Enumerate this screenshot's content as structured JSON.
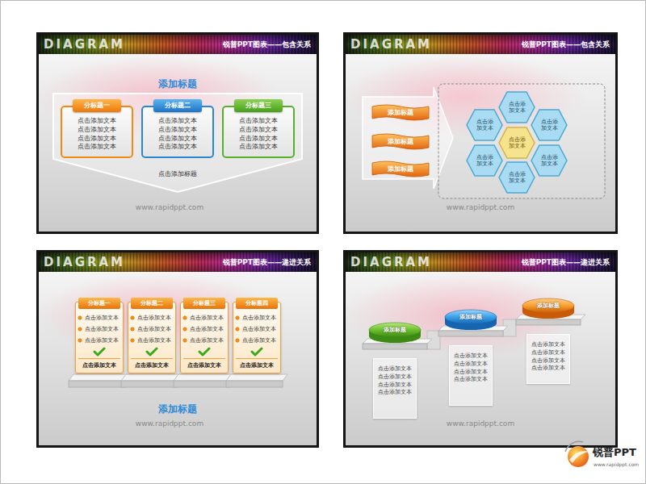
{
  "diagram": {
    "nodes": [
      {
        "text": [
          "DIAGRAM",
          "锐普PPT图表——包含关系",
          "添加标题"
        ]
      },
      {
        "text": [
          "点击添加标题"
        ],
        "in": 0
      },
      {
        "text": [
          "分标题一",
          "点击添加文本 点击添加文本 点击添加文本 点击添加文本"
        ],
        "in": 1
      },
      {
        "text": [
          "分标题二",
          "点击添加文本 点击添加文本 点击添加文本 点击添加文本"
        ],
        "in": 1
      },
      {
        "text": [
          "分标题三",
          "点击添加文本 点击添加文本 点击添加文本 点击添加文本"
        ],
        "in": 1
      },
      {
        "text": [
          "DIAGRAM",
          "锐普PPT图表——包含关系"
        ]
      },
      {
        "text": [
          "添加标题"
        ],
        "in": 5
      },
      {
        "text": [
          "添加标题"
        ],
        "in": 5
      },
      {
        "text": [
          "添加标题"
        ],
        "in": 5
      },
      {
        "text": [
          "点击添加文本"
        ],
        "in": 5
      },
      {
        "text": [
          "点击添加文本"
        ],
        "in": 5
      },
      {
        "text": [
          "点击添加文本"
        ],
        "in": 5
      },
      {
        "text": [
          "点击添加文本"
        ],
        "in": 5
      },
      {
        "text": [
          "点击添加文本"
        ],
        "in": 5
      },
      {
        "text": [
          "点击添加文本"
        ],
        "in": 5
      },
      {
        "text": [
          "点击添加文本"
        ],
        "in": 5
      },
      {
        "text": [
          "DIAGRAM",
          "锐普PPT图表——递进关系",
          "添加标题"
        ]
      },
      {
        "text": [
          "分标题一",
          "点击添加文本",
          "点击添加文本",
          "点击添加文本",
          "点击添加文本"
        ],
        "in": 16
      },
      {
        "text": [
          "分标题二",
          "点击添加文本",
          "点击添加文本",
          "点击添加文本",
          "点击添加文本"
        ],
        "in": 16
      },
      {
        "text": [
          "分标题三",
          "点击添加文本",
          "点击添加文本",
          "点击添加文本",
          "点击添加文本"
        ],
        "in": 16
      },
      {
        "text": [
          "分标题四",
          "点击添加文本",
          "点击添加文本",
          "点击添加文本",
          "点击添加文本"
        ],
        "in": 16
      },
      {
        "text": [
          "DIAGRAM",
          "锐普PPT图表——递进关系"
        ]
      },
      {
        "text": [
          "添加标题",
          "点击添加文本 点击添加文本 点击添加文本 点击添加文本"
        ],
        "in": 21
      },
      {
        "text": [
          "添加标题",
          "点击添加文本 点击添加文本 点击添加文本 点击添加文本"
        ],
        "in": 21
      },
      {
        "text": [
          "添加标题",
          "点击添加文本 点击添加文本 点击添加文本 点击添加文本"
        ],
        "in": 21
      }
    ],
    "labels": [
      "www.rapidppt.com",
      "www.rapidppt.com",
      "www.rapidppt.com",
      "www.rapidppt.com",
      "锐普PPT",
      "www.rapidppt.com"
    ]
  }
}
